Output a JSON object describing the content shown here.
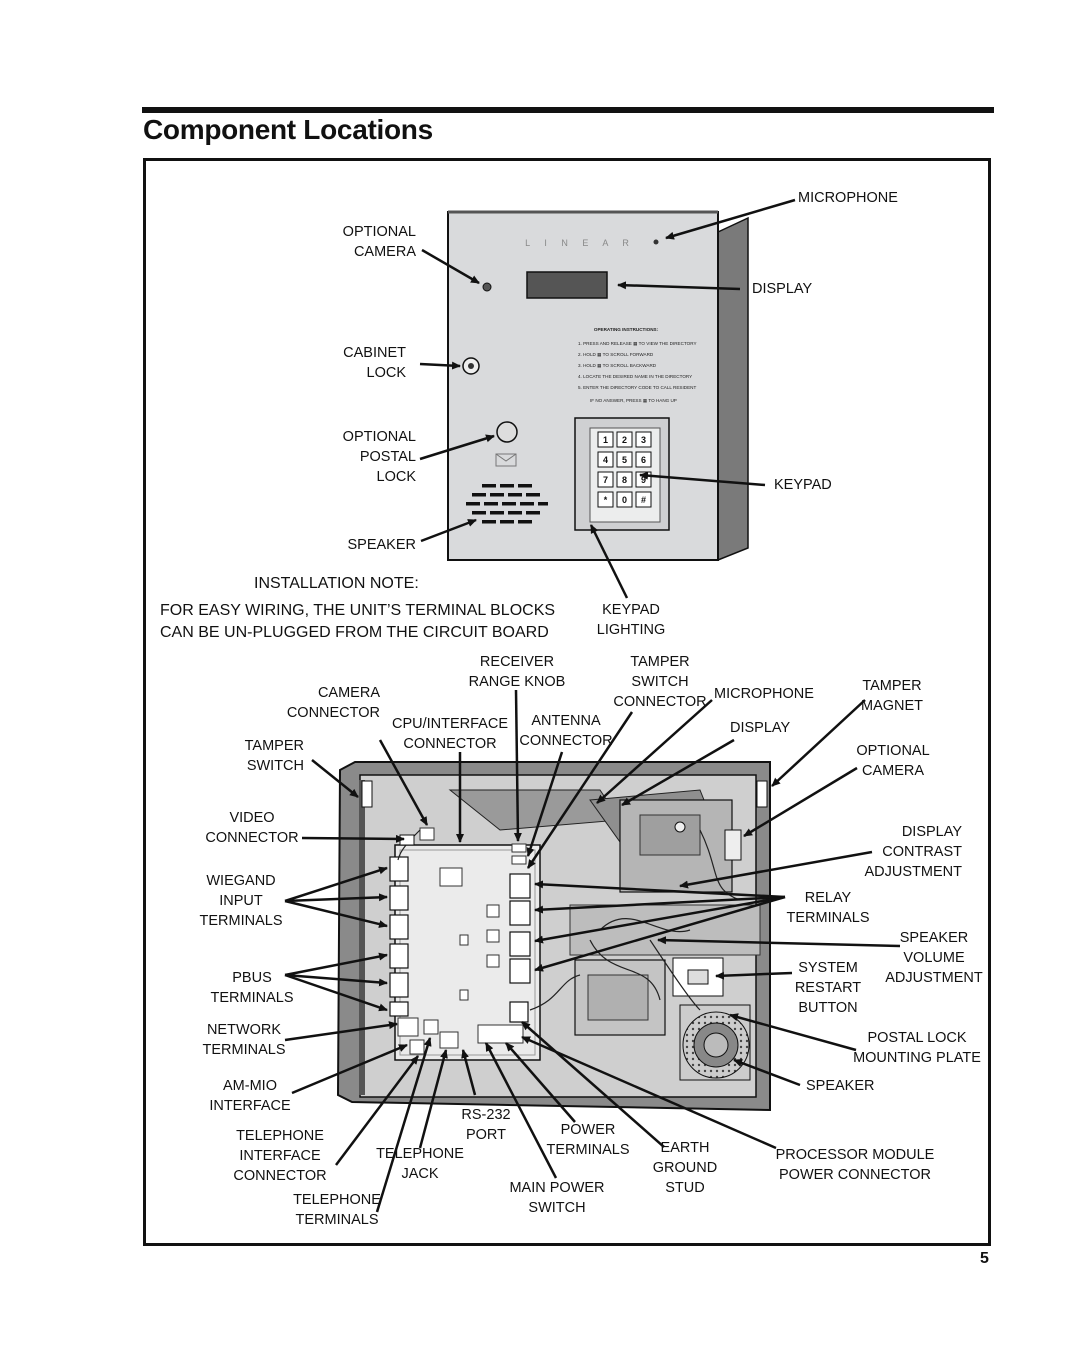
{
  "page": {
    "title": "Component Locations",
    "number": "5"
  },
  "installation_note": {
    "heading": "INSTALLATION NOTE:",
    "line1": "FOR EASY WIRING, THE UNIT’S TERMINAL BLOCKS",
    "line2": "CAN BE UN-PLUGGED FROM THE CIRCUIT BOARD"
  },
  "front_panel": {
    "brand": "L I N E A R",
    "instructions": {
      "title": "OPERATING INSTRUCTIONS:",
      "steps": [
        "1. PRESS AND RELEASE ▦ TO VIEW THE DIRECTORY",
        "2. HOLD ▦ TO SCROLL FORWARD",
        "3. HOLD ▦ TO SCROLL BACKWARD",
        "4. LOCATE THE DESIRED NAME IN THE DIRECTORY",
        "5. ENTER THE DIRECTORY CODE TO CALL RESIDENT"
      ],
      "footer": "IF NO ANSWER, PRESS ▦ TO HANG UP"
    },
    "keypad_keys": [
      "1",
      "2",
      "3",
      "4",
      "5",
      "6",
      "7",
      "8",
      "9",
      "*",
      "0",
      "#"
    ],
    "labels": {
      "optional_camera": [
        "OPTIONAL",
        "CAMERA"
      ],
      "cabinet_lock": [
        "CABINET",
        "LOCK"
      ],
      "optional_postal_lock": [
        "OPTIONAL",
        "POSTAL",
        "LOCK"
      ],
      "speaker": [
        "SPEAKER"
      ],
      "microphone": [
        "MICROPHONE"
      ],
      "display": [
        "DISPLAY"
      ],
      "keypad": [
        "KEYPAD"
      ],
      "keypad_lighting": [
        "KEYPAD",
        "LIGHTING"
      ]
    }
  },
  "interior": {
    "labels": {
      "camera_connector": [
        "CAMERA",
        "CONNECTOR"
      ],
      "tamper_switch": [
        "TAMPER",
        "SWITCH"
      ],
      "video_connector": [
        "VIDEO",
        "CONNECTOR"
      ],
      "wiegand_input_terminals": [
        "WIEGAND",
        "INPUT",
        "TERMINALS"
      ],
      "pbus_terminals": [
        "PBUS",
        "TERMINALS"
      ],
      "network_terminals": [
        "NETWORK",
        "TERMINALS"
      ],
      "am_mio_interface": [
        "AM-MIO",
        "INTERFACE"
      ],
      "telephone_interface_connector": [
        "TELEPHONE",
        "INTERFACE",
        "CONNECTOR"
      ],
      "telephone_terminals": [
        "TELEPHONE",
        "TERMINALS"
      ],
      "telephone_jack": [
        "TELEPHONE",
        "JACK"
      ],
      "rs232_port": [
        "RS-232",
        "PORT"
      ],
      "power_terminals": [
        "POWER",
        "TERMINALS"
      ],
      "main_power_switch": [
        "MAIN POWER",
        "SWITCH"
      ],
      "earth_ground_stud": [
        "EARTH",
        "GROUND",
        "STUD"
      ],
      "processor_module_power_connector": [
        "PROCESSOR MODULE",
        "POWER CONNECTOR"
      ],
      "receiver_range_knob": [
        "RECEIVER",
        "RANGE KNOB"
      ],
      "cpu_interface_connector": [
        "CPU/INTERFACE",
        "CONNECTOR"
      ],
      "antenna_connector": [
        "ANTENNA",
        "CONNECTOR"
      ],
      "tamper_switch_connector": [
        "TAMPER",
        "SWITCH",
        "CONNECTOR"
      ],
      "microphone": [
        "MICROPHONE"
      ],
      "display": [
        "DISPLAY"
      ],
      "tamper_magnet": [
        "TAMPER",
        "MAGNET"
      ],
      "optional_camera": [
        "OPTIONAL",
        "CAMERA"
      ],
      "display_contrast_adjustment": [
        "DISPLAY",
        "CONTRAST",
        "ADJUSTMENT"
      ],
      "relay_terminals": [
        "RELAY",
        "TERMINALS"
      ],
      "speaker_volume_adjustment": [
        "SPEAKER",
        "VOLUME",
        "ADJUSTMENT"
      ],
      "system_restart_button": [
        "SYSTEM",
        "RESTART",
        "BUTTON"
      ],
      "postal_lock_mounting_plate": [
        "POSTAL LOCK",
        "MOUNTING PLATE"
      ],
      "speaker": [
        "SPEAKER"
      ]
    }
  }
}
